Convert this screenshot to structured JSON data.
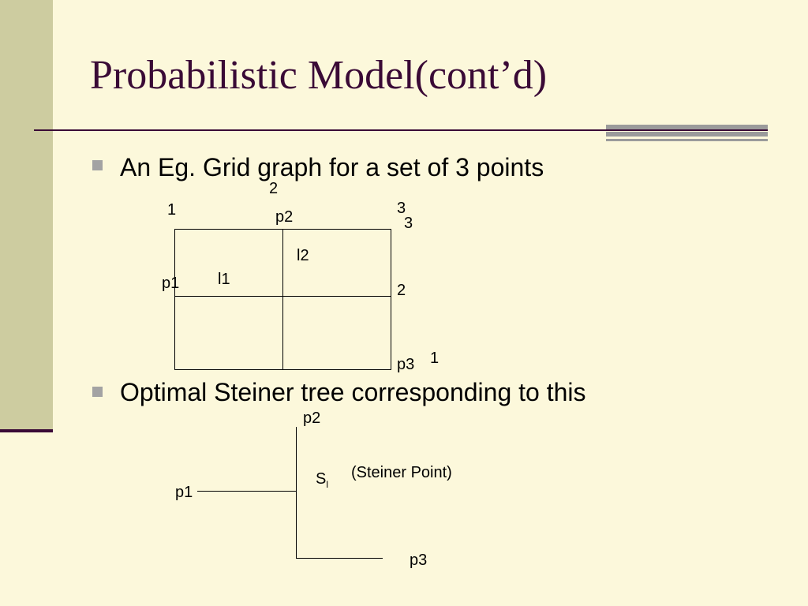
{
  "slide": {
    "title": "Probabilistic Model(cont’d)",
    "bullets": [
      "An Eg. Grid graph for a set of 3 points",
      "Optimal Steiner tree corresponding to this"
    ]
  },
  "grid_diagram": {
    "top_col_label": "2",
    "corner_top_left": "1",
    "corner_top_right": "3",
    "corner_top_right_2": "3",
    "p1": "p1",
    "p2": "p2",
    "p3": "p3",
    "l1": "l1",
    "l2": "l2",
    "right_mid_label": "2",
    "bottom_right_label": "1"
  },
  "steiner_diagram": {
    "p1": "p1",
    "p2": "p2",
    "p3": "p3",
    "steiner_base": "S",
    "steiner_sub": "l",
    "steiner_note": "(Steiner Point)"
  }
}
